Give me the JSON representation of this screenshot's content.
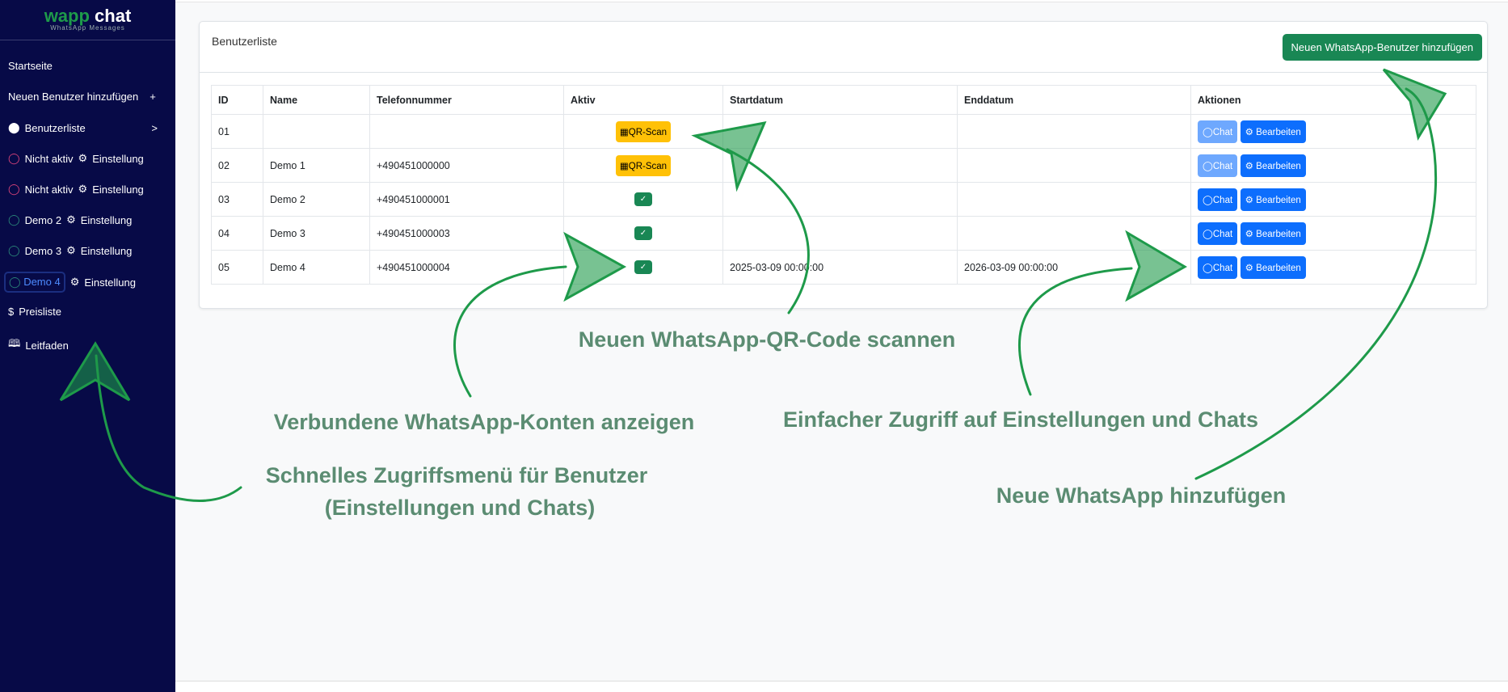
{
  "logo": {
    "word1": "wapp",
    "word2": "chat",
    "subtitle": "WhatsApp Messages"
  },
  "sidebar": {
    "items": [
      {
        "label": "Startseite"
      },
      {
        "label": "Neuen Benutzer hinzufügen",
        "suffix": "+"
      },
      {
        "label": "Benutzerliste",
        "suffix": ">"
      },
      {
        "label": "Nicht aktiv",
        "setting": "Einstellung"
      },
      {
        "label": "Nicht aktiv",
        "setting": "Einstellung"
      },
      {
        "label": "Demo 2",
        "setting": "Einstellung"
      },
      {
        "label": "Demo 3",
        "setting": "Einstellung"
      },
      {
        "label": "Demo 4",
        "setting": "Einstellung"
      },
      {
        "label": "Preisliste",
        "icon": "$"
      },
      {
        "label": "Leitfaden"
      }
    ]
  },
  "card": {
    "title": "Benutzerliste",
    "add_button": "Neuen WhatsApp-Benutzer hinzufügen"
  },
  "table": {
    "headers": [
      "ID",
      "Name",
      "Telefonnummer",
      "Aktiv",
      "Startdatum",
      "Enddatum",
      "Aktionen"
    ],
    "qr_label": "QR-Scan",
    "chat_label": "Chat",
    "edit_label": "Bearbeiten",
    "rows": [
      {
        "id": "01",
        "name": "",
        "phone": "",
        "active": false,
        "start": "",
        "end": ""
      },
      {
        "id": "02",
        "name": "Demo 1",
        "phone": "+490451000000",
        "active": false,
        "start": "",
        "end": ""
      },
      {
        "id": "03",
        "name": "Demo 2",
        "phone": "+490451000001",
        "active": true,
        "start": "",
        "end": ""
      },
      {
        "id": "04",
        "name": "Demo 3",
        "phone": "+490451000003",
        "active": true,
        "start": "",
        "end": ""
      },
      {
        "id": "05",
        "name": "Demo 4",
        "phone": "+490451000004",
        "active": true,
        "start": "2025-03-09 00:00:00",
        "end": "2026-03-09 00:00:00"
      }
    ]
  },
  "annotations": {
    "qr": "Neuen WhatsApp-QR-Code scannen",
    "connected": "Verbundene WhatsApp-Konten anzeigen",
    "access": "Einfacher Zugriff auf Einstellungen und Chats",
    "menu1": "Schnelles Zugriffsmenü für Benutzer",
    "menu2": "(Einstellungen und Chats)",
    "add": "Neue WhatsApp hinzufügen"
  },
  "colors": {
    "sidebar": "#070a47",
    "accent": "#198754",
    "primary": "#0d6efd",
    "warning": "#ffc107",
    "arrow": "#1e9a4a"
  }
}
